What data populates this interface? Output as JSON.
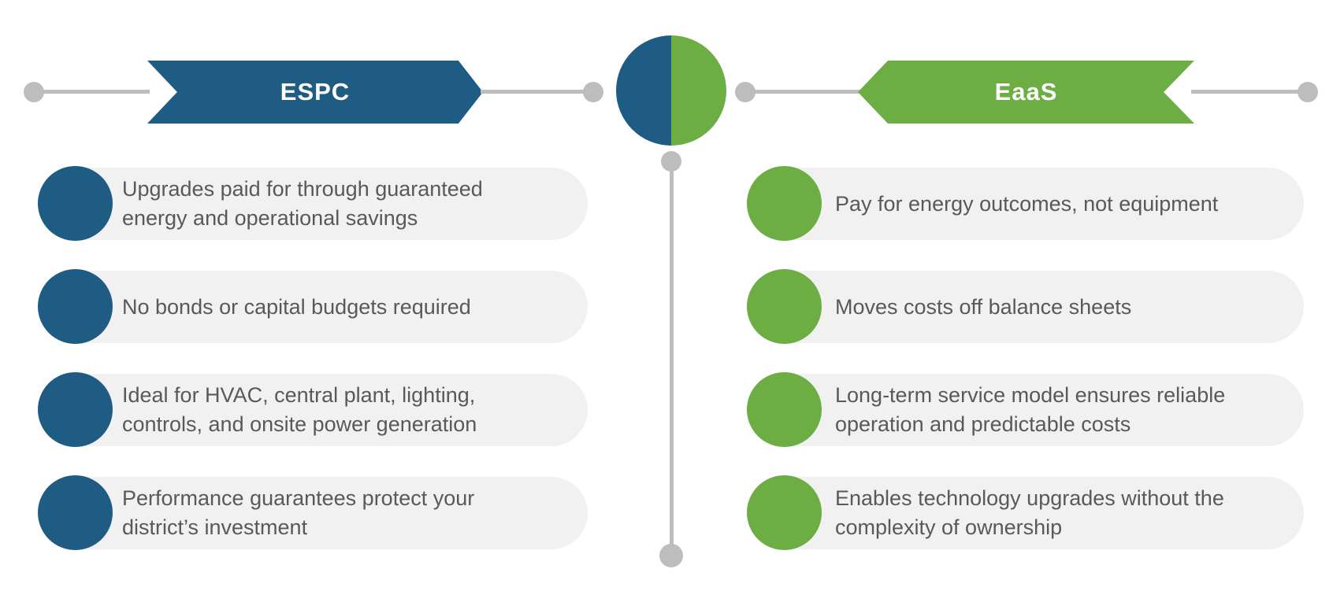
{
  "diagram": {
    "left": {
      "label": "ESPC",
      "items": [
        "Upgrades paid for through guaranteed energy and operational savings",
        "No bonds or capital budgets required",
        "Ideal for HVAC, central plant, lighting, controls, and onsite power generation",
        "Performance guarantees protect your district’s investment"
      ]
    },
    "right": {
      "label": "EaaS",
      "items": [
        "Pay for energy outcomes, not equipment",
        "Moves costs off balance sheets",
        "Long-term service model ensures reliable operation and predictable costs",
        "Enables technology upgrades without the complexity of ownership"
      ]
    },
    "colors": {
      "espc_blue": "#1F5C84",
      "eaas_green": "#6CAE44",
      "pill_background": "#F1F1F2",
      "connector_gray": "#BDBDBD",
      "text_gray": "#595959"
    }
  }
}
